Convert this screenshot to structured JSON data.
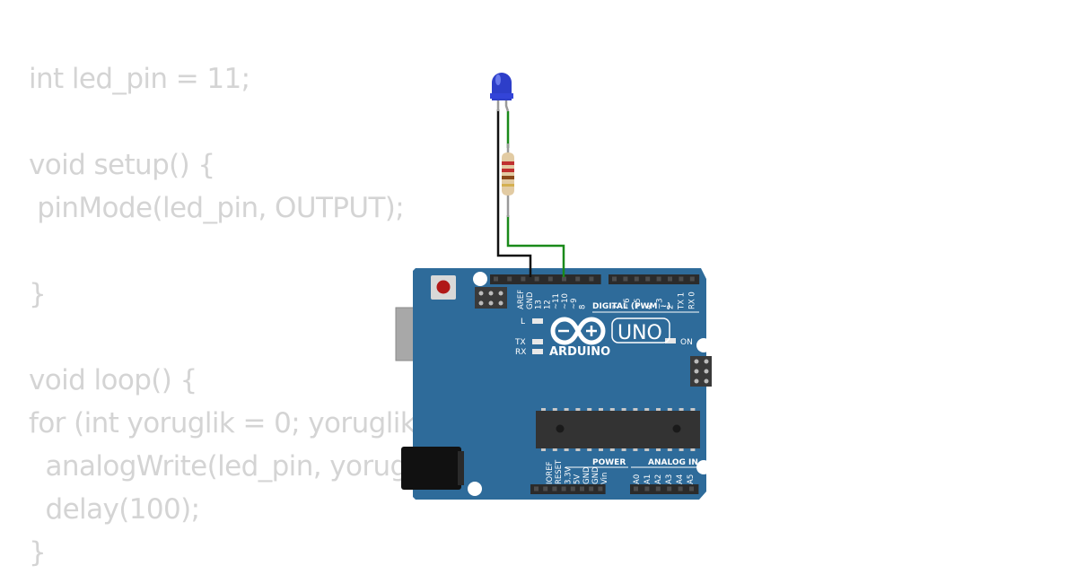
{
  "code_lines": [
    "int led_pin = 11;",
    "",
    "void setup() {",
    " pinMode(led_pin, OUTPUT);",
    "",
    "}",
    "",
    "void loop() {",
    "for (int yoruglik = 0; yoruglik",
    "  analogWrite(led_pin, yorug",
    "  delay(100);",
    "}"
  ],
  "board": {
    "brand": "ARDUINO",
    "model": "UNO",
    "on_label": "ON",
    "l_label": "L",
    "tx_label": "TX",
    "rx_label": "RX",
    "digital_header": "DIGITAL (PWM ~)",
    "power_header": "POWER",
    "analog_header": "ANALOG IN",
    "top_pins_left": [
      "AREF",
      "GND",
      "13",
      "12",
      "~11",
      "~10",
      "~9",
      "8"
    ],
    "top_pins_right": [
      "7",
      "~6",
      "~5",
      "4",
      "~3",
      "2",
      "TX 1",
      "RX 0"
    ],
    "power_pins": [
      "IOREF",
      "RESET",
      "3.3V",
      "5V",
      "GND",
      "GND",
      "Vin"
    ],
    "analog_pins": [
      "A0",
      "A1",
      "A2",
      "A3",
      "A4",
      "A5"
    ]
  },
  "colors": {
    "board": "#2e6b9a",
    "led": "#2d3ec9",
    "wire_gnd": "#111111",
    "wire_signal": "#1a8a1a",
    "code_text": "#d4d4d4"
  }
}
